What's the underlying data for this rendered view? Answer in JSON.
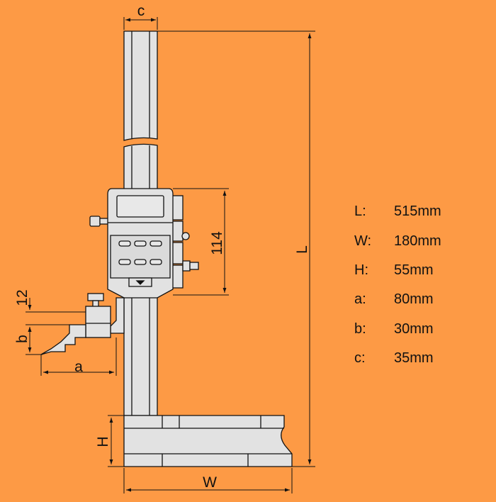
{
  "labels": {
    "c": "c",
    "dim_114": "114",
    "dim_12": "12",
    "b": "b",
    "a": "a",
    "L": "L",
    "H": "H",
    "W": "W"
  },
  "specs": [
    {
      "key": "L:",
      "value": "515mm"
    },
    {
      "key": "W:",
      "value": "180mm"
    },
    {
      "key": "H:",
      "value": "55mm"
    },
    {
      "key": "a:",
      "value": "80mm"
    },
    {
      "key": "b:",
      "value": "30mm"
    },
    {
      "key": "c:",
      "value": "35mm"
    }
  ],
  "colors": {
    "background": "#fd9a45",
    "body": "#e0e0e0",
    "line": "#111111"
  }
}
